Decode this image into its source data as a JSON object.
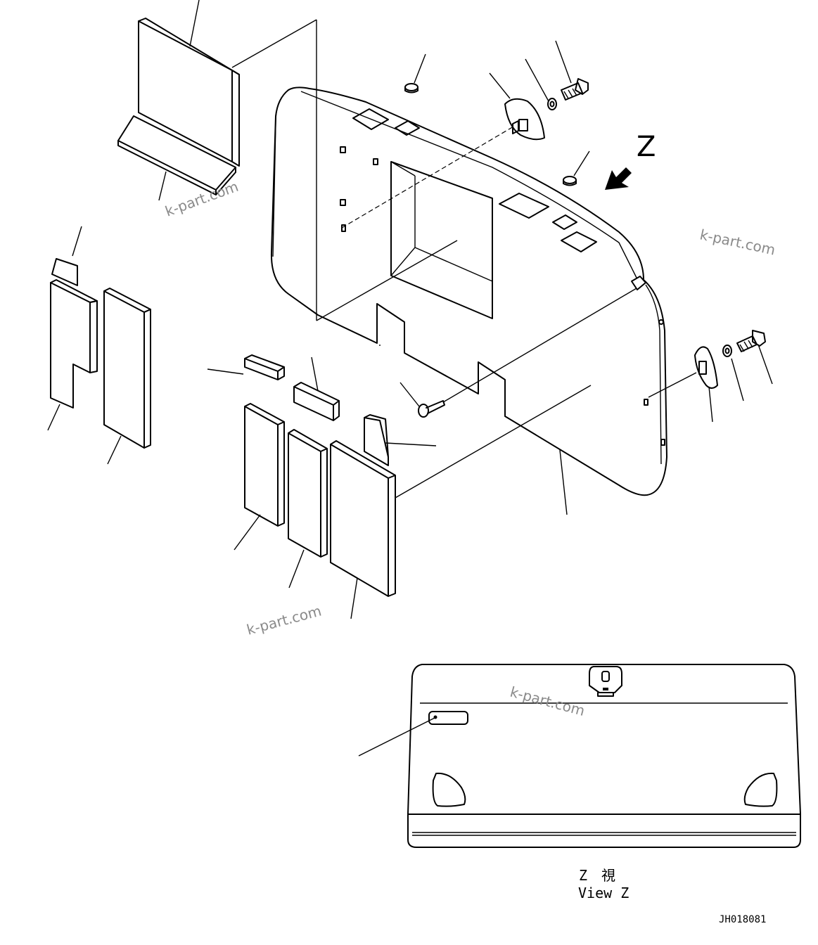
{
  "view": {
    "letter": "Z",
    "caption_jp": "Z　視",
    "caption_en": "View Z"
  },
  "drawing_number": "JH018081",
  "watermarks": [
    "k-part.com",
    "k-part.com",
    "k-part.com",
    "k-part.com"
  ]
}
